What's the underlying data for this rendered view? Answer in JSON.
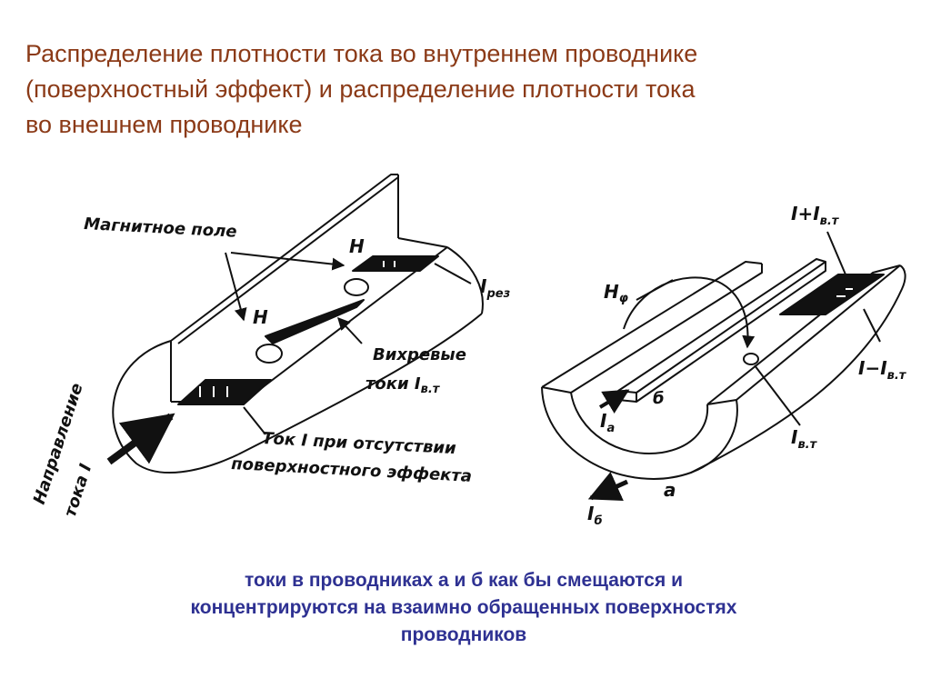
{
  "title": {
    "lines": [
      "Распределение плотности тока во внутреннем проводнике",
      "(поверхностный эффект) и распределение плотности тока",
      "во внешнем проводнике"
    ]
  },
  "left_figure": {
    "magnetic_field": "Магнитное поле",
    "h_upper": "H",
    "h_lower": "H",
    "i_res_main": "I",
    "i_res_sub": "рез",
    "eddy_line1": "Вихревые",
    "eddy_line2_main": "токи I",
    "eddy_line2_sub": "в.т",
    "current_line1": "Ток I при отсутствии",
    "current_line2": "поверхностного эффекта",
    "direction_line1": "Направление",
    "direction_line2": "тока I"
  },
  "right_figure": {
    "i_plus_main": "I+I",
    "i_plus_sub": "в.т",
    "i_minus_main": "I−I",
    "i_minus_sub": "в.т",
    "h_phi_main": "H",
    "h_phi_sub": "φ",
    "ib_main": "I",
    "ib_sub": "в.т",
    "ia_main": "I",
    "ia_sub": "а",
    "i_b_main": "I",
    "i_b_sub": "б",
    "label_a": "а",
    "label_b": "б"
  },
  "caption": {
    "lines": [
      "токи в проводниках а и б как бы смещаются и",
      "концентрируются на взаимно обращенных поверхностях",
      "проводников"
    ]
  },
  "colors": {
    "title": "#8B3A17",
    "caption": "#2E3192",
    "ink": "#111111"
  }
}
